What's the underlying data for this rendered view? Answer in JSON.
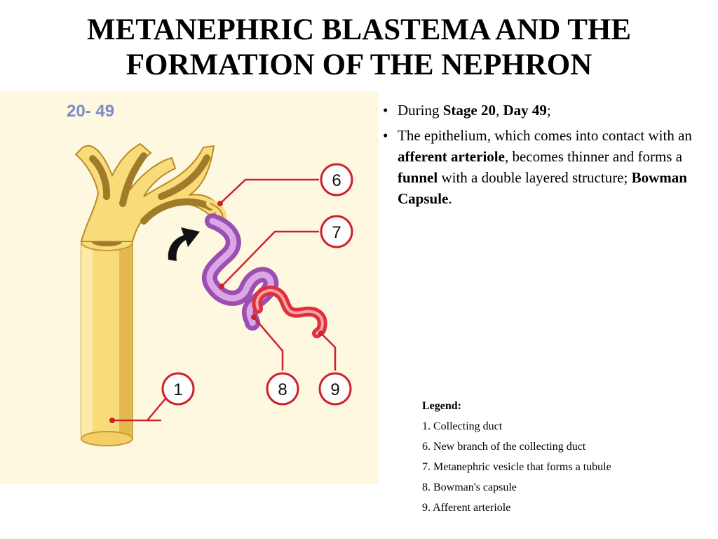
{
  "title": {
    "line1": "METANEPHRIC BLASTEMA AND THE",
    "line2": "FORMATION OF THE NEPHRON"
  },
  "figure": {
    "stage_label": "20- 49",
    "callouts": [
      "6",
      "7",
      "1",
      "8",
      "9"
    ],
    "colors": {
      "background": "#fff8e1",
      "duct_fill": "#f9dc7a",
      "duct_dark": "#a07c2a",
      "vesicle": "#9b4fb0",
      "vesicle_light": "#dca6e6",
      "arteriole": "#e0303a",
      "callout": "#d0202a",
      "stage_label": "#7a8cc8"
    }
  },
  "bullets": [
    {
      "parts": [
        {
          "t": "During ",
          "b": false
        },
        {
          "t": "Stage 20",
          "b": true
        },
        {
          "t": ", ",
          "b": false
        },
        {
          "t": "Day 49",
          "b": true
        },
        {
          "t": ";",
          "b": false
        }
      ]
    },
    {
      "parts": [
        {
          "t": "The epithelium, which comes into contact with an ",
          "b": false
        },
        {
          "t": "afferent arteriole",
          "b": true
        },
        {
          "t": ", becomes thinner and forms a ",
          "b": false
        },
        {
          "t": "funnel",
          "b": true
        },
        {
          "t": " with a double layered structure; ",
          "b": false
        },
        {
          "t": "Bowman Capsule",
          "b": true
        },
        {
          "t": ".",
          "b": false
        }
      ]
    }
  ],
  "bullet_glyph": "•",
  "legend": {
    "heading": "Legend:",
    "items": [
      "1. Collecting duct",
      "6. New branch of the collecting duct",
      "7. Metanephric vesicle that forms a tubule",
      "8. Bowman's capsule",
      "9. Afferent arteriole"
    ]
  }
}
